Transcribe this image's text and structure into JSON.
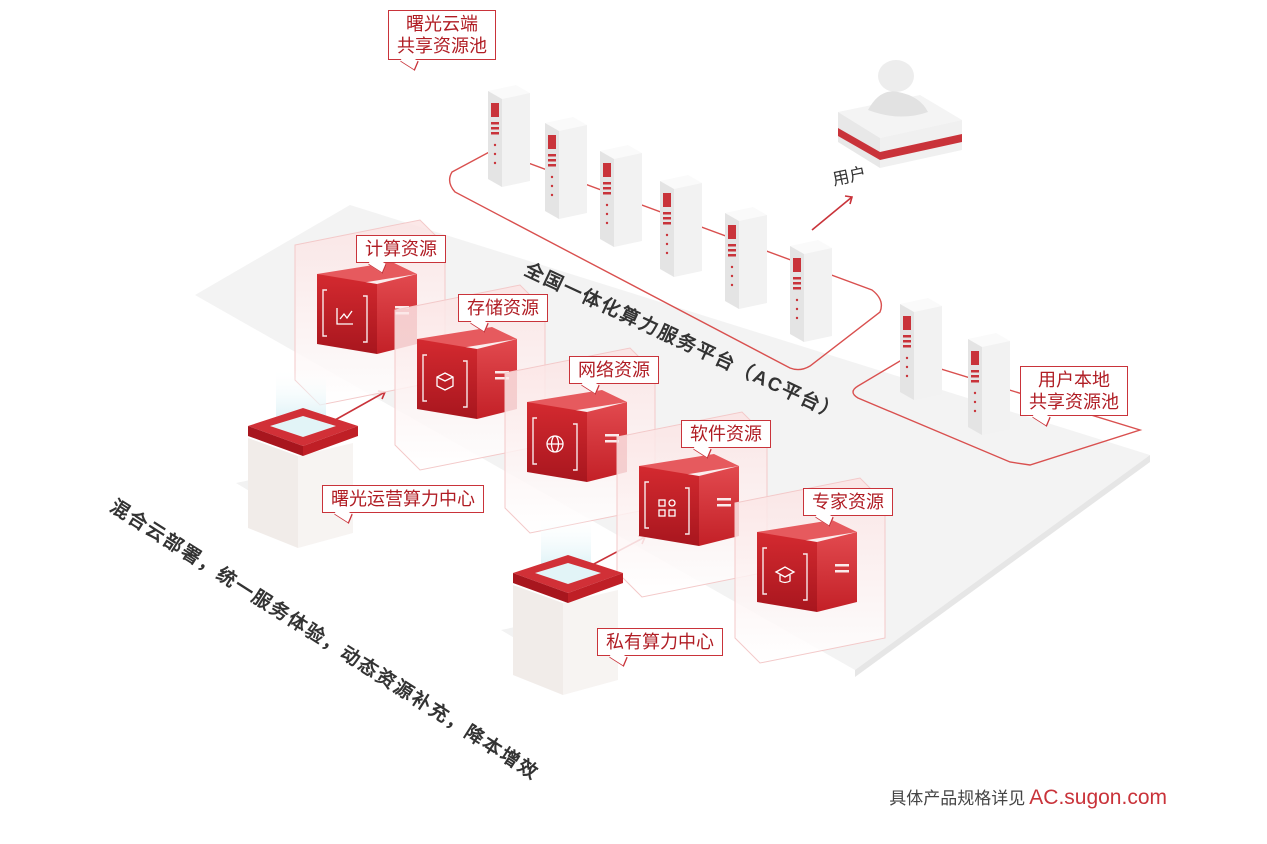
{
  "colors": {
    "accent": "#c9333a",
    "accent_dark": "#a8161e",
    "platform": "#f3f3f3",
    "server": "#f2f2f2"
  },
  "labels": {
    "cloud_pool": [
      "曙光云端",
      "共享资源池"
    ],
    "local_pool": [
      "用户本地",
      "共享资源池"
    ],
    "user": "用户",
    "platform_title": "全国一体化算力服务平台（AC平台）",
    "slogan": "混合云部署，统一服务体验，动态资源补充，降本增效"
  },
  "resources": [
    {
      "name": "计算资源",
      "icon": "chart-icon"
    },
    {
      "name": "存储资源",
      "icon": "cube-icon"
    },
    {
      "name": "网络资源",
      "icon": "globe-icon"
    },
    {
      "name": "软件资源",
      "icon": "apps-icon"
    },
    {
      "name": "专家资源",
      "icon": "grad-cap-icon"
    }
  ],
  "centers": [
    {
      "name": "曙光运营算力中心"
    },
    {
      "name": "私有算力中心"
    }
  ],
  "footer": {
    "text": "具体产品规格详见",
    "url": "AC.sugon.com"
  }
}
